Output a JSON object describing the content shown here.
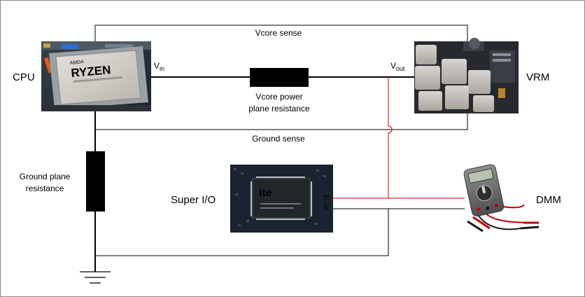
{
  "labels": {
    "cpu": "CPU",
    "vrm": "VRM",
    "super_io": "Super I/O",
    "dmm": "DMM",
    "vcore_sense": "Vcore sense",
    "ground_sense": "Ground sense",
    "vin_main": "V",
    "vin_sub": "in",
    "vout_main": "V",
    "vout_sub": "out",
    "vcore_resistance_line1": "Vcore power",
    "vcore_resistance_line2": "plane resistance",
    "ground_resistance_line1": "Ground plane",
    "ground_resistance_line2": "resistance"
  },
  "chip_brands": {
    "cpu_brand": "RYZEN",
    "cpu_maker": "AMDA",
    "superio_logo": "ite",
    "pcb_marking": "PCTE"
  },
  "colors": {
    "wire": "#000000",
    "sense_wire": "#c00000",
    "resistor": "#000000",
    "probe_red": "#c00000"
  }
}
